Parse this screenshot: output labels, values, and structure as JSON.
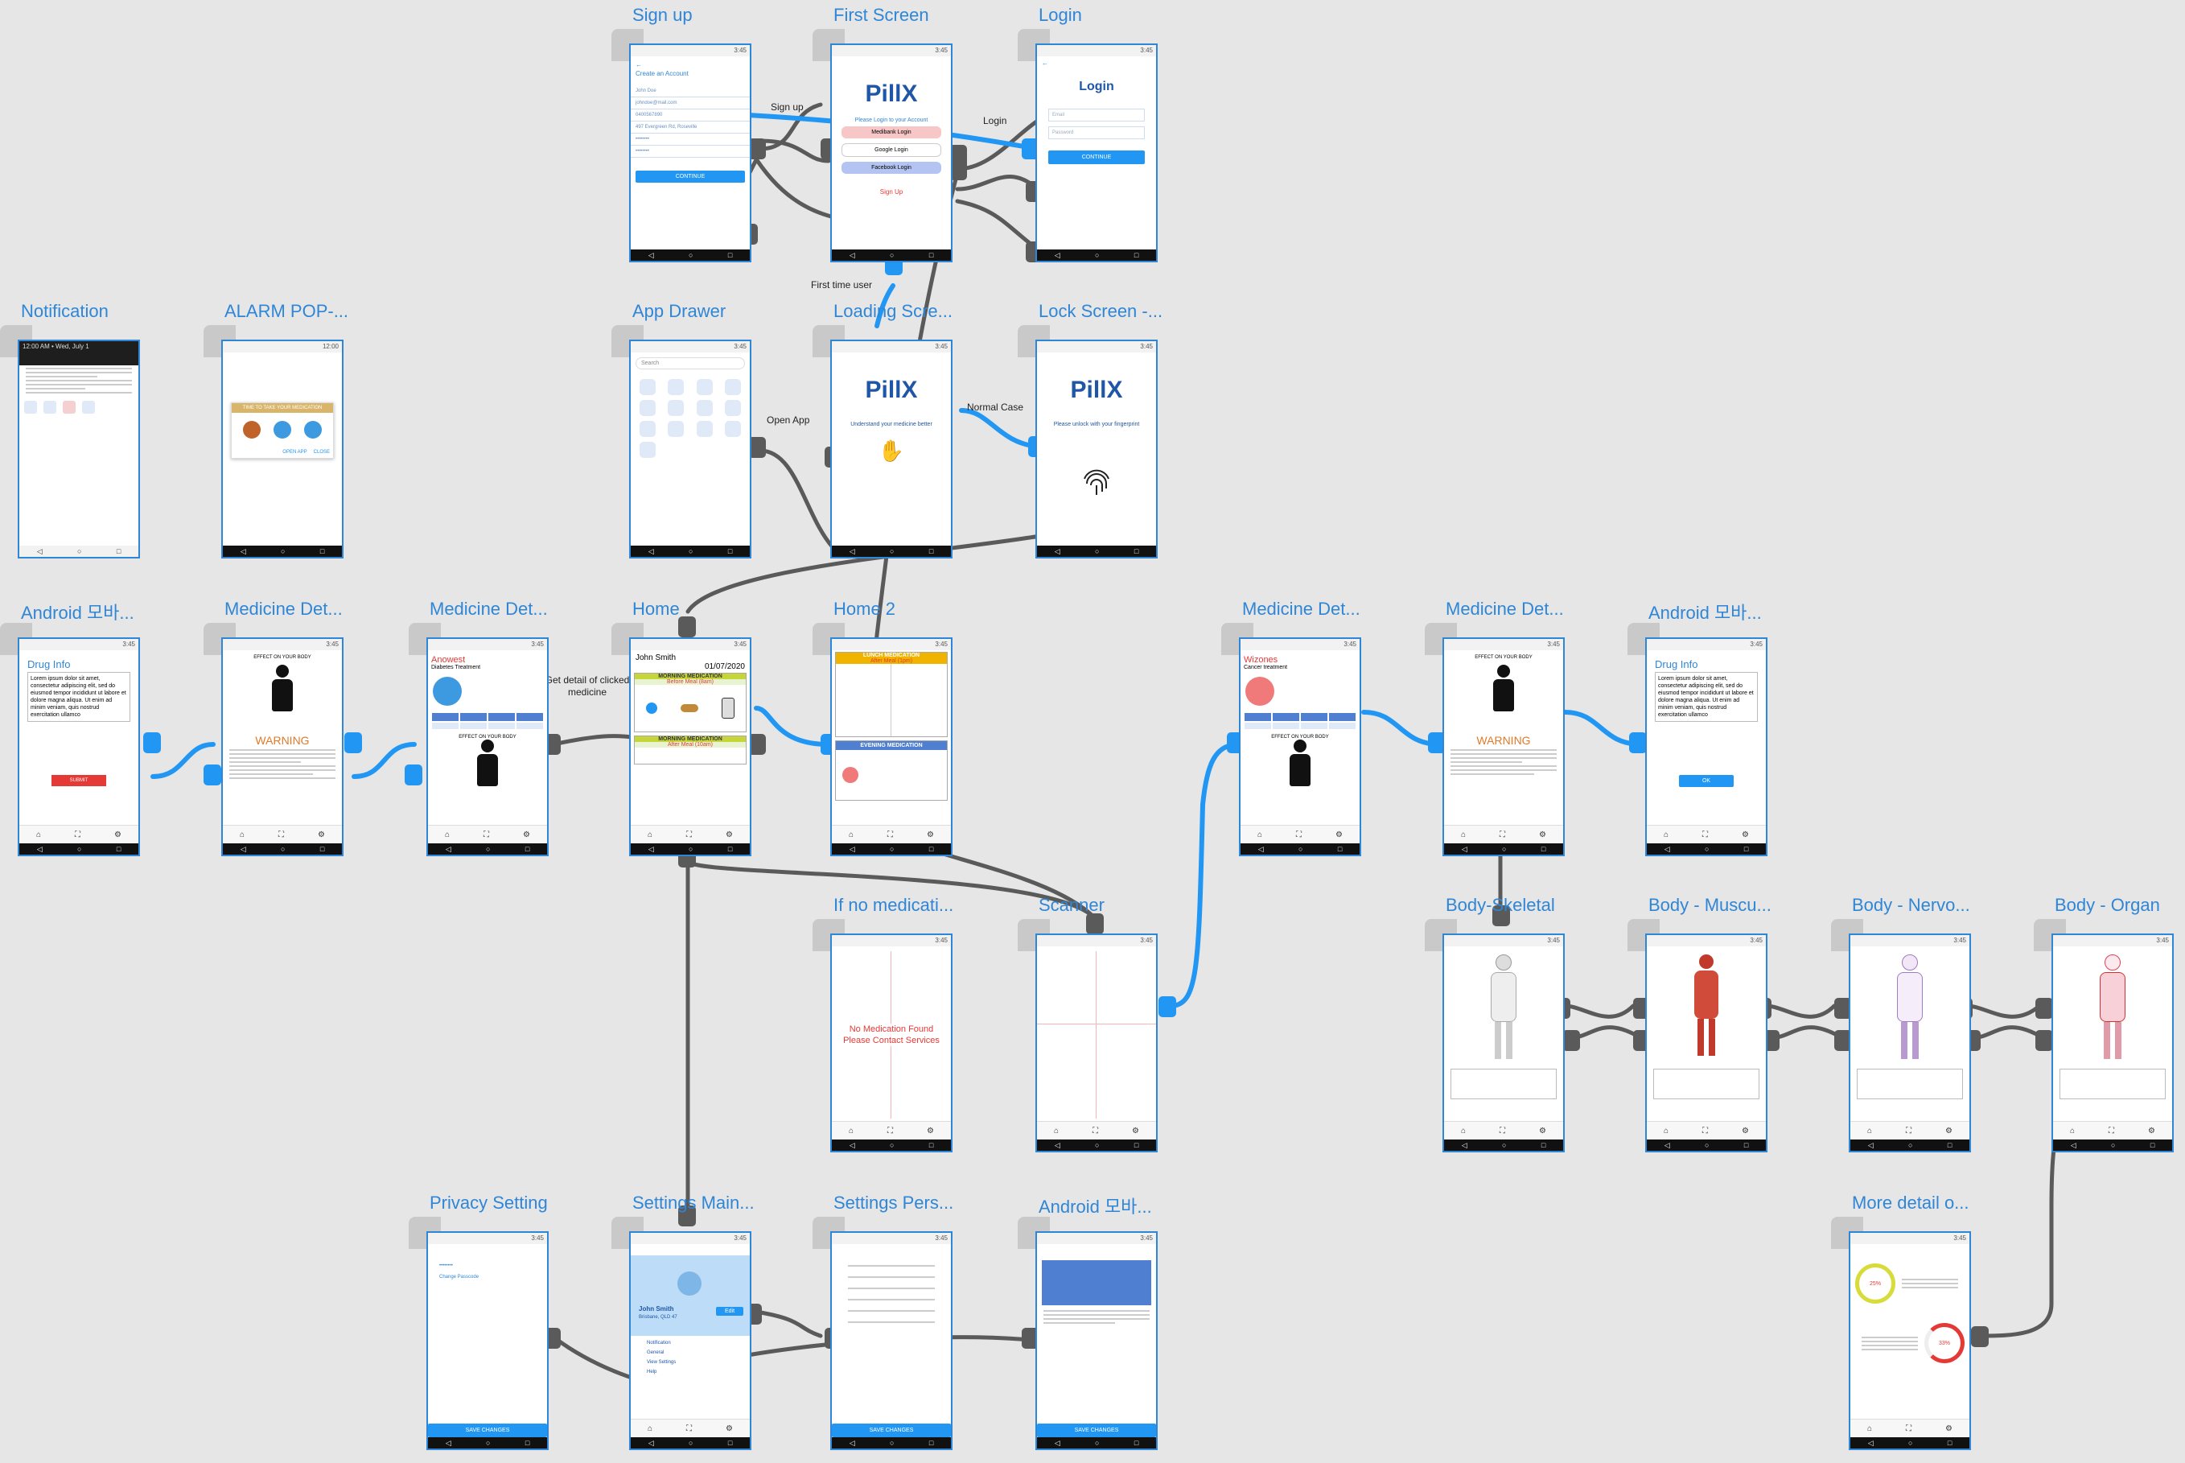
{
  "screens": {
    "signup": {
      "title": "Sign up",
      "heading": "Create an Account",
      "fields": [
        "John Doe",
        "johndoe@mail.com",
        "0400567890",
        "497 Evergreen Rd, Roseville",
        "••••••••",
        "••••••••"
      ],
      "button": "CONTINUE"
    },
    "first": {
      "title": "First Screen",
      "brand": "PillX",
      "subtitle": "Please Login to your Account",
      "btn_medi": "Medibank Login",
      "btn_google": "Google Login",
      "btn_facebook": "Facebook Login",
      "signup_link": "Sign Up"
    },
    "login": {
      "title": "Login",
      "heading": "Login",
      "field_email": "Email",
      "field_password": "Password",
      "button": "CONTINUE"
    },
    "notification": {
      "title": "Notification",
      "status": "12:00 AM • Wed, July 1"
    },
    "alarm": {
      "title": "ALARM POP-...",
      "header": "TIME TO TAKE YOUR MEDICATION",
      "open": "OPEN APP",
      "close": "CLOSE"
    },
    "drawer": {
      "title": "App Drawer",
      "search": "Search"
    },
    "loading": {
      "title": "Loading Scre...",
      "brand": "PillX",
      "subtitle": "Understand your medicine better"
    },
    "lock": {
      "title": "Lock Screen -...",
      "brand": "PillX",
      "subtitle": "Please unlock with your fingerprint"
    },
    "android1": {
      "title": "Android 모바...",
      "heading": "Drug Info",
      "body": "Lorem ipsum dolor sit amet, consectetur adipiscing elit, sed do eiusmod tempor incididunt ut labore et dolore magna aliqua. Ut enim ad minim veniam, quis nostrud exercitation ullamco",
      "button": "SUBMIT"
    },
    "meddet1": {
      "title": "Medicine Det...",
      "header": "EFFECT ON YOUR BODY",
      "warning": "WARNING"
    },
    "meddet2": {
      "title": "Medicine Det...",
      "name": "Anowest",
      "condition": "Diabetes Treatment",
      "header": "EFFECT ON YOUR BODY"
    },
    "home": {
      "title": "Home",
      "user": "John Smith",
      "date": "01/07/2020",
      "morning": "MORNING MEDICATION",
      "morning_sub": "Before Meal (8am)",
      "morning2": "MORNING MEDICATION",
      "morning2_sub": "After Meal (10am)"
    },
    "home2": {
      "title": "Home 2",
      "lunch": "LUNCH MEDICATION",
      "lunch_sub": "After Meal (1pm)",
      "evening": "EVENING MEDICATION"
    },
    "meddet3": {
      "title": "Medicine Det...",
      "name": "Wizones",
      "condition": "Cancer treatment",
      "header": "EFFECT ON YOUR BODY"
    },
    "meddet4": {
      "title": "Medicine Det...",
      "header": "EFFECT ON YOUR BODY",
      "warning": "WARNING"
    },
    "android2": {
      "title": "Android 모바...",
      "heading": "Drug Info",
      "body": "Lorem ipsum dolor sit amet, consectetur adipiscing elit, sed do eiusmod tempor incididunt ut labore et dolore magna aliqua. Ut enim ad minim veniam, quis nostrud exercitation ullamco",
      "button": "OK"
    },
    "nomed": {
      "title": "If no medicati...",
      "line1": "No Medication Found",
      "line2": "Please Contact Services"
    },
    "scanner": {
      "title": "Scanner"
    },
    "skeletal": {
      "title": "Body-Skeletal"
    },
    "muscular": {
      "title": "Body - Muscu..."
    },
    "nervous": {
      "title": "Body - Nervo..."
    },
    "organ": {
      "title": "Body - Organ"
    },
    "privacy": {
      "title": "Privacy Setting",
      "item1": "••••••••",
      "item2": "Change Passcode",
      "button": "SAVE CHANGES"
    },
    "settings_main": {
      "title": "Settings Main...",
      "name": "John Smith",
      "location": "Brisbane, QLD 47",
      "button": "Edit",
      "menu": [
        "Notification",
        "General",
        "View Settings",
        "Help"
      ]
    },
    "settings_pers": {
      "title": "Settings Pers...",
      "button": "SAVE CHANGES"
    },
    "android3": {
      "title": "Android 모바...",
      "button": "SAVE CHANGES"
    },
    "moredetail": {
      "title": "More detail o...",
      "pct1": "25%",
      "pct2": "33%"
    }
  },
  "flows": {
    "signup": "Sign up",
    "login": "Login",
    "first_time": "First time user",
    "open_app": "Open App",
    "normal_case": "Normal Case",
    "get_detail": "Get detail of clicked medicine"
  },
  "tabbar": {
    "home": "Home",
    "scanner": "Scanner",
    "settings": "Settings"
  },
  "colors": {
    "accent": "#2f86d6",
    "wire": "#555555",
    "wire_active": "#2196f3",
    "brand": "#1f57a6"
  }
}
